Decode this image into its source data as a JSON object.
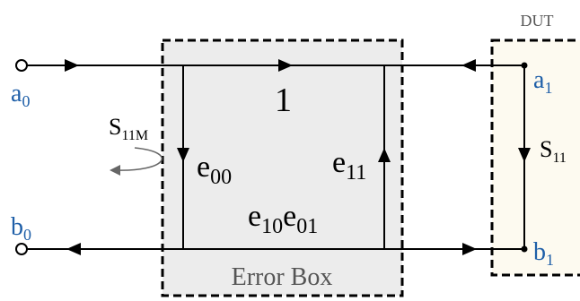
{
  "colors": {
    "line": "#000000",
    "port_label": "#1f5fa8",
    "text": "#000000",
    "error_box_fill": "#ececec",
    "dut_fill": "#fdfaf0",
    "box_border": "#000000",
    "sweep_arrow": "#666666",
    "caption_text": "#555555"
  },
  "labels": {
    "a0": {
      "base": "a",
      "sub": "0"
    },
    "b0": {
      "base": "b",
      "sub": "0"
    },
    "a1": {
      "base": "a",
      "sub": "1"
    },
    "b1": {
      "base": "b",
      "sub": "1"
    },
    "s11m": {
      "base": "S",
      "sub": "11M"
    },
    "s11": {
      "base": "S",
      "sub": "11"
    },
    "one": "1",
    "e00": {
      "base": "e",
      "sub": "00"
    },
    "e11": {
      "base": "e",
      "sub": "11"
    },
    "e10": {
      "base": "e",
      "sub": "10"
    },
    "e01": {
      "base": "e",
      "sub": "01"
    }
  },
  "captions": {
    "error_box": "Error Box",
    "dut": "DUT"
  }
}
